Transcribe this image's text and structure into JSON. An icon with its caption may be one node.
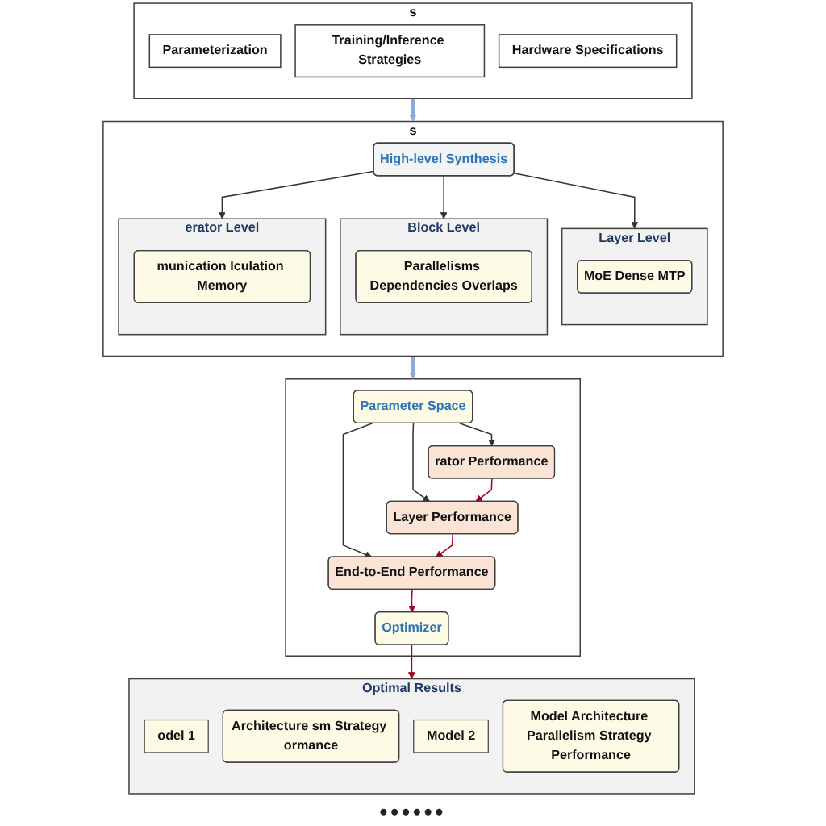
{
  "diagram": {
    "nodes": [
      {
        "text": [
          "s"
        ]
      },
      {
        "text": [
          "Parameterization"
        ],
        "in": 0
      },
      {
        "text": [
          "Training/Inference Strategies"
        ],
        "in": 0
      },
      {
        "text": [
          "Hardware Specifications"
        ],
        "in": 0
      },
      {
        "text": [
          "s"
        ]
      },
      {
        "text": [
          "High-level Synthesis"
        ],
        "in": 4
      },
      {
        "text": [
          "erator Level"
        ],
        "in": 4
      },
      {
        "text": [
          "munication lculation Memory"
        ],
        "in": 6
      },
      {
        "text": [
          "Block Level"
        ],
        "in": 4
      },
      {
        "text": [
          "Parallelisms Dependencies Overlaps"
        ],
        "in": 8
      },
      {
        "text": [
          "Layer Level"
        ],
        "in": 4
      },
      {
        "text": [
          "MoE Dense MTP"
        ],
        "in": 10
      },
      {
        "text": [],
        "shape": "box"
      },
      {
        "text": [
          "Parameter Space"
        ],
        "in": 12
      },
      {
        "text": [
          "rator Performance"
        ],
        "in": 12
      },
      {
        "text": [
          "Layer Performance"
        ],
        "in": 12
      },
      {
        "text": [
          "End-to-End Performance"
        ],
        "in": 12
      },
      {
        "text": [
          "Optimizer"
        ],
        "in": 12
      },
      {
        "text": [
          "Optimal Results"
        ]
      },
      {
        "text": [
          "odel 1"
        ],
        "in": 18
      },
      {
        "text": [
          "Architecture sm Strategy ormance"
        ],
        "in": 18
      },
      {
        "text": [
          "Model 2"
        ],
        "in": 18
      },
      {
        "text": [
          "Model Architecture Parallelism Strategy Performance"
        ],
        "in": 18
      }
    ],
    "edges": [
      {
        "from": 0,
        "to": 4,
        "arrow": "to",
        "style": "thick",
        "color": "#8eaadb"
      },
      {
        "from": 5,
        "to": 6,
        "arrow": "to"
      },
      {
        "from": 5,
        "to": 8,
        "arrow": "to"
      },
      {
        "from": 5,
        "to": 10,
        "arrow": "to"
      },
      {
        "from": 4,
        "to": 12,
        "arrow": "to",
        "style": "thick",
        "color": "#8eaadb"
      },
      {
        "from": 13,
        "to": 14,
        "arrow": "to"
      },
      {
        "from": 13,
        "to": 15,
        "arrow": "to"
      },
      {
        "from": 13,
        "to": 16,
        "arrow": "to"
      },
      {
        "from": 14,
        "to": 15,
        "arrow": "to",
        "color": "#a50021"
      },
      {
        "from": 15,
        "to": 16,
        "arrow": "to",
        "color": "#a50021"
      },
      {
        "from": 16,
        "to": 17,
        "arrow": "to",
        "color": "#a50021"
      },
      {
        "from": 17,
        "to": 18,
        "arrow": "to",
        "color": "#a50021"
      }
    ],
    "labels": [
      "••••••"
    ]
  }
}
